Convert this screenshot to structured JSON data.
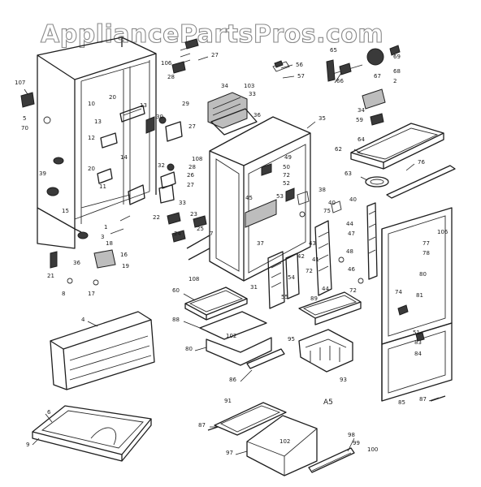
{
  "watermark": "AppliancePartsPros.com",
  "labels": [
    {
      "id": "l27a",
      "text": "27"
    },
    {
      "id": "l106",
      "text": "106"
    },
    {
      "id": "l28a",
      "text": "28"
    },
    {
      "id": "l107",
      "text": "107"
    },
    {
      "id": "l70",
      "text": "70"
    },
    {
      "id": "l10",
      "text": "10"
    },
    {
      "id": "l13a",
      "text": "13"
    },
    {
      "id": "l12",
      "text": "12"
    },
    {
      "id": "l39",
      "text": "39"
    },
    {
      "id": "l15",
      "text": "15"
    },
    {
      "id": "l20a",
      "text": "20"
    },
    {
      "id": "l13b",
      "text": "13"
    },
    {
      "id": "l14",
      "text": "14"
    },
    {
      "id": "l11",
      "text": "11"
    },
    {
      "id": "l20b",
      "text": "20"
    },
    {
      "id": "l1",
      "text": "1"
    },
    {
      "id": "l3",
      "text": "3"
    },
    {
      "id": "l18a",
      "text": "18"
    },
    {
      "id": "l16",
      "text": "16"
    },
    {
      "id": "l36",
      "text": "36"
    },
    {
      "id": "l19",
      "text": "19"
    },
    {
      "id": "l21",
      "text": "21"
    },
    {
      "id": "l8",
      "text": "8"
    },
    {
      "id": "l17",
      "text": "17"
    },
    {
      "id": "l5",
      "text": "5"
    },
    {
      "id": "l34",
      "text": "34"
    },
    {
      "id": "l103",
      "text": "103"
    },
    {
      "id": "l33a",
      "text": "33"
    },
    {
      "id": "l29",
      "text": "29"
    },
    {
      "id": "l30",
      "text": "30"
    },
    {
      "id": "l27b",
      "text": "27"
    },
    {
      "id": "l108a",
      "text": "108"
    },
    {
      "id": "l28b",
      "text": "28"
    },
    {
      "id": "l32",
      "text": "32"
    },
    {
      "id": "l26",
      "text": "26"
    },
    {
      "id": "l27c",
      "text": "27"
    },
    {
      "id": "l33b",
      "text": "33"
    },
    {
      "id": "l22",
      "text": "22"
    },
    {
      "id": "l23",
      "text": "23"
    },
    {
      "id": "l24",
      "text": "24"
    },
    {
      "id": "l25",
      "text": "25"
    },
    {
      "id": "l56",
      "text": "56"
    },
    {
      "id": "l57",
      "text": "57"
    },
    {
      "id": "l35",
      "text": "35"
    },
    {
      "id": "l36b",
      "text": "36"
    },
    {
      "id": "l49",
      "text": "49"
    },
    {
      "id": "l50",
      "text": "50"
    },
    {
      "id": "l52",
      "text": "52"
    },
    {
      "id": "l72a",
      "text": "72"
    },
    {
      "id": "l53",
      "text": "53"
    },
    {
      "id": "l45",
      "text": "45"
    },
    {
      "id": "l7",
      "text": "7"
    },
    {
      "id": "l37",
      "text": "37"
    },
    {
      "id": "l38",
      "text": "38"
    },
    {
      "id": "l40a",
      "text": "40"
    },
    {
      "id": "l75",
      "text": "75"
    },
    {
      "id": "l44a",
      "text": "44"
    },
    {
      "id": "l47",
      "text": "47"
    },
    {
      "id": "l43",
      "text": "43"
    },
    {
      "id": "l42",
      "text": "42"
    },
    {
      "id": "l41",
      "text": "41"
    },
    {
      "id": "l48",
      "text": "48"
    },
    {
      "id": "l72b",
      "text": "72"
    },
    {
      "id": "l46",
      "text": "46"
    },
    {
      "id": "l44b",
      "text": "44"
    },
    {
      "id": "l72c",
      "text": "72"
    },
    {
      "id": "l55",
      "text": "55"
    },
    {
      "id": "l108b",
      "text": "108"
    },
    {
      "id": "l65",
      "text": "65"
    },
    {
      "id": "l69",
      "text": "69"
    },
    {
      "id": "l66",
      "text": "66"
    },
    {
      "id": "l67",
      "text": "67"
    },
    {
      "id": "l68",
      "text": "68"
    },
    {
      "id": "l2",
      "text": "2"
    },
    {
      "id": "l34b",
      "text": "34"
    },
    {
      "id": "l59",
      "text": "59"
    },
    {
      "id": "l64",
      "text": "64"
    },
    {
      "id": "l62",
      "text": "62"
    },
    {
      "id": "l76",
      "text": "76"
    },
    {
      "id": "l63",
      "text": "63"
    },
    {
      "id": "l77",
      "text": "77"
    },
    {
      "id": "l78",
      "text": "78"
    },
    {
      "id": "l106b",
      "text": "106"
    },
    {
      "id": "l80",
      "text": "80"
    },
    {
      "id": "l74",
      "text": "74"
    },
    {
      "id": "l81",
      "text": "81"
    },
    {
      "id": "l51",
      "text": "51"
    },
    {
      "id": "l83",
      "text": "83"
    },
    {
      "id": "l84",
      "text": "84"
    },
    {
      "id": "l85",
      "text": "85"
    },
    {
      "id": "l87a",
      "text": "87"
    },
    {
      "id": "l60",
      "text": "60"
    },
    {
      "id": "l88",
      "text": "88"
    },
    {
      "id": "l102a",
      "text": "102"
    },
    {
      "id": "l80b",
      "text": "80"
    },
    {
      "id": "l86",
      "text": "86"
    },
    {
      "id": "l89",
      "text": "89"
    },
    {
      "id": "l95",
      "text": "95"
    },
    {
      "id": "l93",
      "text": "93"
    },
    {
      "id": "l4",
      "text": "4"
    },
    {
      "id": "l6",
      "text": "6"
    },
    {
      "id": "l9",
      "text": "9"
    },
    {
      "id": "l91",
      "text": "91"
    },
    {
      "id": "l87b",
      "text": "87"
    },
    {
      "id": "l97",
      "text": "97"
    },
    {
      "id": "l102b",
      "text": "102"
    },
    {
      "id": "l98",
      "text": "98"
    },
    {
      "id": "l99",
      "text": "99"
    },
    {
      "id": "l100",
      "text": "100"
    },
    {
      "id": "lA5",
      "text": "A5"
    },
    {
      "id": "l40b",
      "text": "40"
    },
    {
      "id": "l31",
      "text": "31"
    },
    {
      "id": "l54",
      "text": "54"
    }
  ]
}
